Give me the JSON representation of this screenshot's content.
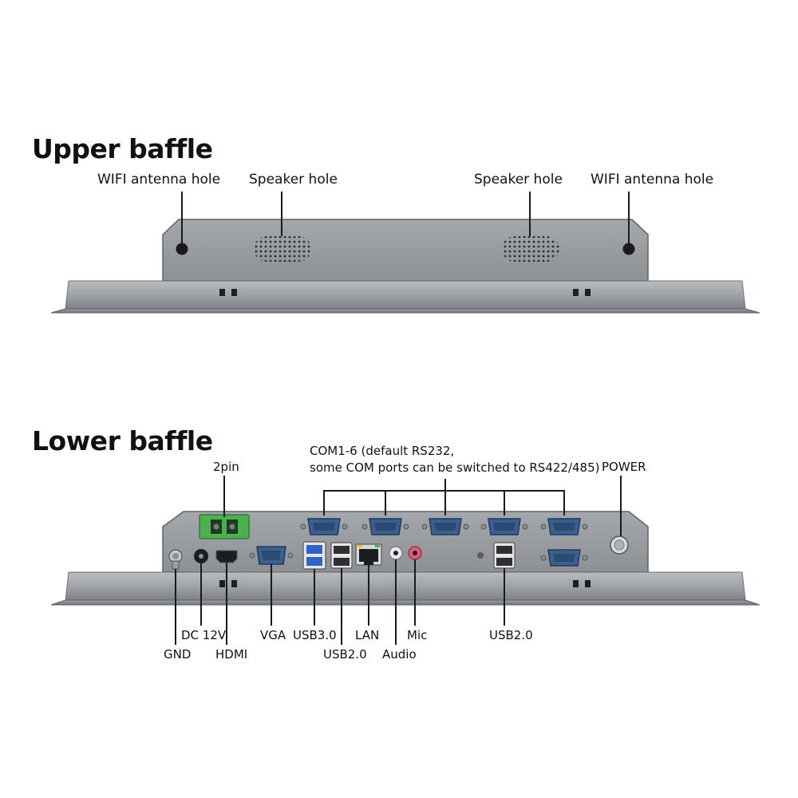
{
  "upper": {
    "title": "Upper baffle",
    "labels": {
      "wifi_left": "WIFI antenna hole",
      "speaker_left": "Speaker hole",
      "speaker_right": "Speaker hole",
      "wifi_right": "WIFI antenna hole"
    }
  },
  "lower": {
    "title": "Lower baffle",
    "labels": {
      "pin2": "2pin",
      "com_line1": "COM1-6 (default RS232,",
      "com_line2": "some COM ports can be switched to RS422/485)",
      "power": "POWER",
      "dc12v": "DC 12V",
      "gnd": "GND",
      "hdmi": "HDMI",
      "vga": "VGA",
      "usb30": "USB3.0",
      "usb20_left": "USB2.0",
      "lan": "LAN",
      "audio": "Audio",
      "mic": "Mic",
      "usb20_right": "USB2.0"
    }
  },
  "colors": {
    "panel": "#9a9ea3",
    "panel_edge": "#6d7176",
    "terminal_green": "#4caf50",
    "com_port": "#3c5f8f",
    "mic_pink": "#e05a7c"
  }
}
